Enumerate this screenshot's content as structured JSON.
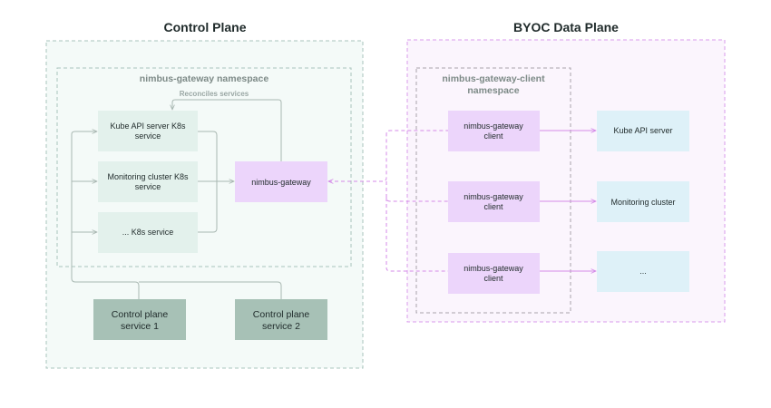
{
  "control_plane": {
    "title": "Control Plane",
    "namespace_label": "nimbus-gateway namespace",
    "reconciles_label": "Reconciles services",
    "k8s_services": [
      {
        "line1": "Kube API server K8s",
        "line2": "service"
      },
      {
        "line1": "Monitoring cluster K8s",
        "line2": "service"
      },
      {
        "line1": "... K8s service",
        "line2": ""
      }
    ],
    "gateway_label": "nimbus-gateway",
    "services": [
      {
        "line1": "Control plane",
        "line2": "service 1"
      },
      {
        "line1": "Control plane",
        "line2": "service 2"
      }
    ]
  },
  "data_plane": {
    "title": "BYOC Data Plane",
    "namespace_line1": "nimbus-gateway-client",
    "namespace_line2": "namespace",
    "clients": [
      {
        "line1": "nimbus-gateway",
        "line2": "client"
      },
      {
        "line1": "nimbus-gateway",
        "line2": "client"
      },
      {
        "line1": "nimbus-gateway",
        "line2": "client"
      }
    ],
    "targets": [
      "Kube API server",
      "Monitoring cluster",
      "..."
    ]
  },
  "colors": {
    "control_bg": "#f4faf8",
    "control_border": "#a9c4bc",
    "k8s_box": "#e3f1ec",
    "service_box": "#a7c1b6",
    "gateway_box": "#ecd5fb",
    "data_bg": "#fbf5fd",
    "data_border": "#d99aec",
    "target_box": "#def1f8",
    "connector_gray": "#a9b8b2",
    "connector_purple": "#d48ae8"
  }
}
